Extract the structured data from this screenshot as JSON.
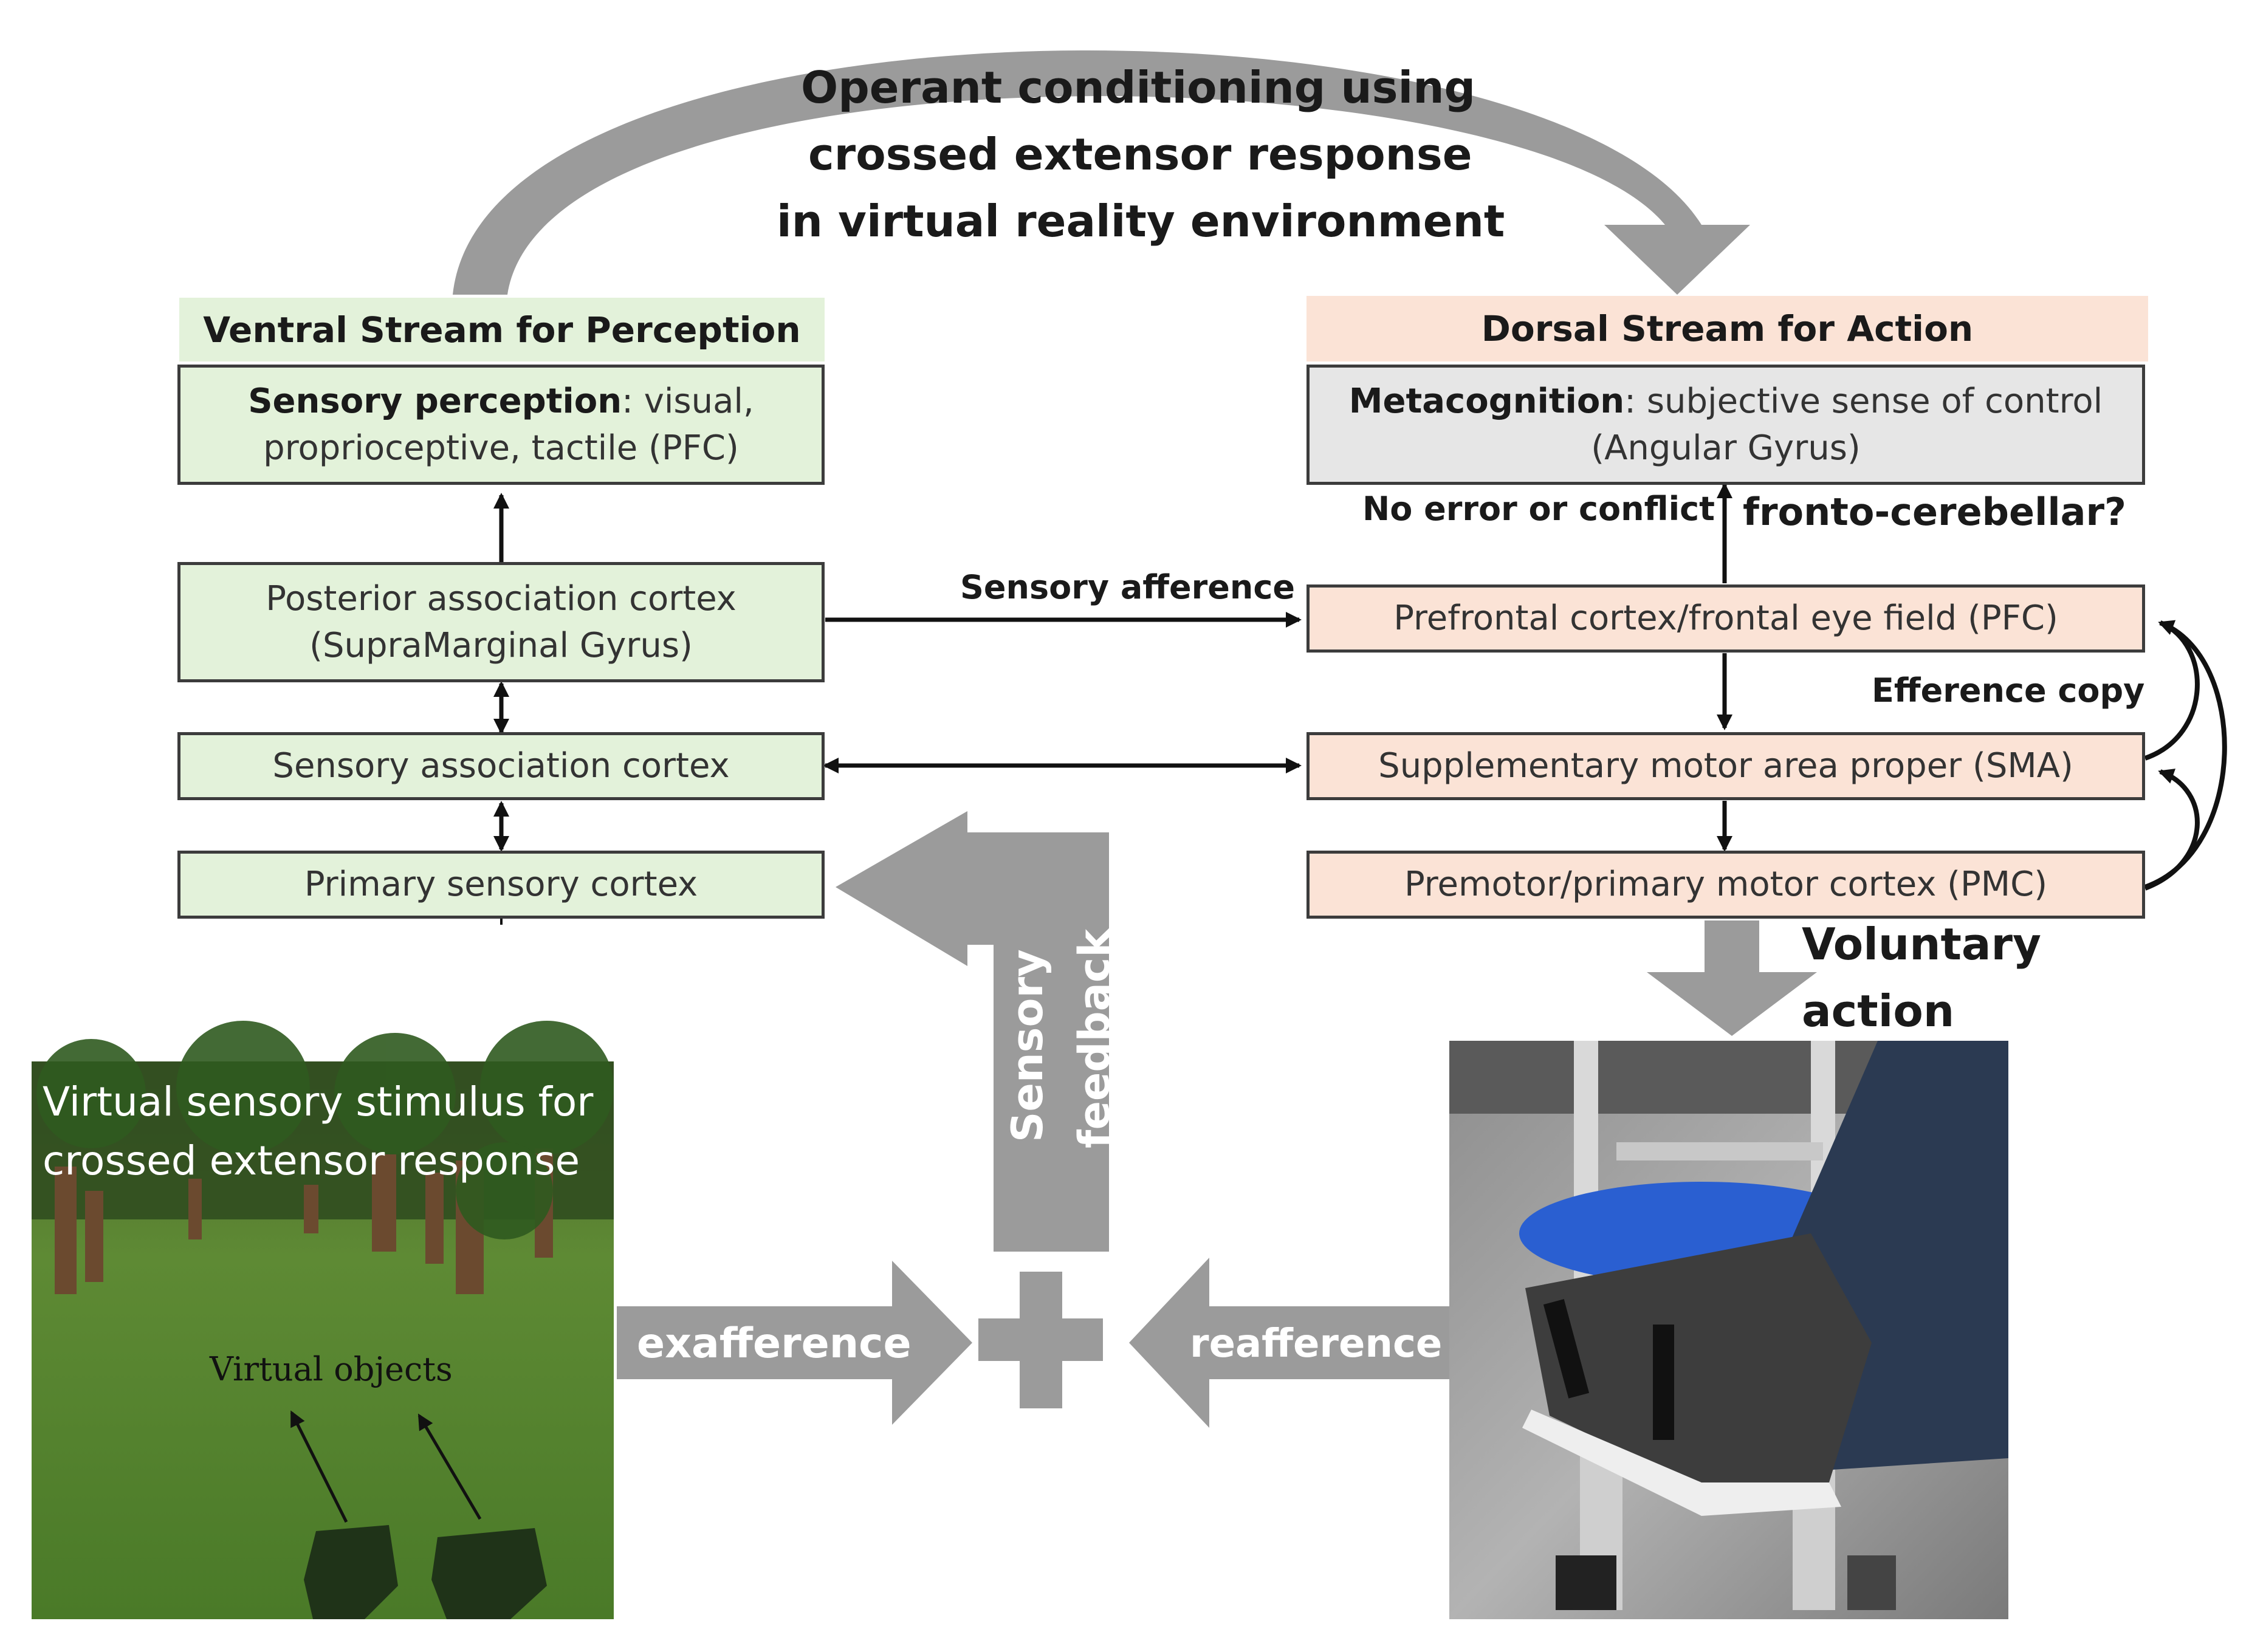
{
  "title_lines": [
    "Operant conditioning using",
    "crossed extensor response",
    "in virtual reality environment"
  ],
  "ventral": {
    "header": "Ventral Stream for Perception",
    "perception_bold": "Sensory perception",
    "perception_text": ": visual, proprioceptive, tactile (PFC)",
    "posterior_line1": "Posterior association cortex",
    "posterior_line2": "(SupraMarginal Gyrus)",
    "sensory_assoc": "Sensory association cortex",
    "primary_sensory": "Primary sensory cortex"
  },
  "dorsal": {
    "header": "Dorsal Stream for Action",
    "meta_bold": "Metacognition",
    "meta_text": ": subjective sense of control (Angular Gyrus)",
    "pfc": "Prefrontal cortex/frontal eye field (PFC)",
    "sma": "Supplementary motor area proper (SMA)",
    "pmc": "Premotor/primary motor cortex (PMC)"
  },
  "labels": {
    "no_error": "No error or conflict",
    "fronto": "fronto-cerebellar?",
    "sensory_afference": "Sensory afference",
    "efference_copy": "Efference copy",
    "voluntary_line1": "Voluntary",
    "voluntary_line2": "action",
    "sensory_feedback_line1": "Sensory",
    "sensory_feedback_line2": "feedback",
    "exafference": "exafference",
    "reafference": "reafference"
  },
  "vr_image": {
    "caption_line1": "Virtual sensory stimulus for",
    "caption_line2": "crossed extensor response",
    "objects_label": "Virtual objects"
  },
  "colors": {
    "ventral_fill": "#e3f2da",
    "dorsal_fill": "#fbe3d6",
    "meta_fill": "#e6e6e6",
    "big_arrow": "#9b9b9b",
    "big_arrow_dark": "#8a8a8a"
  }
}
